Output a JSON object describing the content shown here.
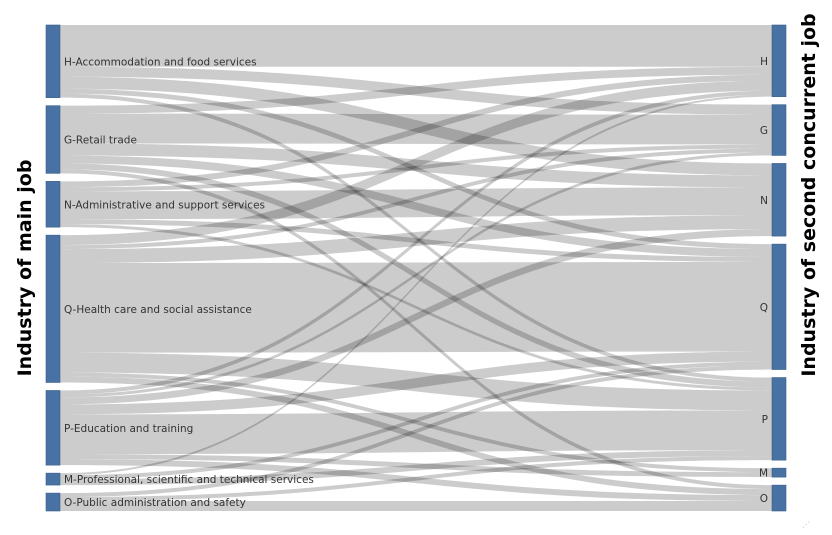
{
  "chart_data": {
    "type": "sankey",
    "left_axis_title": "Industry of main job",
    "right_axis_title": "Industry of second concurrent job",
    "node_color": "#4872a4",
    "link_color": "#000000",
    "sources": [
      {
        "id": "H",
        "label": "H-Accommodation and food services"
      },
      {
        "id": "G",
        "label": "G-Retail trade"
      },
      {
        "id": "N",
        "label": "N-Administrative and support services"
      },
      {
        "id": "Q",
        "label": "Q-Health care and social assistance"
      },
      {
        "id": "P",
        "label": "P-Education and training"
      },
      {
        "id": "M",
        "label": "M-Professional, scientific and technical services"
      },
      {
        "id": "O",
        "label": "O-Public administration and safety"
      }
    ],
    "targets": [
      {
        "id": "H",
        "label": "H"
      },
      {
        "id": "G",
        "label": "G"
      },
      {
        "id": "N",
        "label": "N"
      },
      {
        "id": "Q",
        "label": "Q"
      },
      {
        "id": "P",
        "label": "P"
      },
      {
        "id": "M",
        "label": "M"
      },
      {
        "id": "O",
        "label": "O"
      }
    ],
    "links": [
      {
        "source": "H",
        "target": "H",
        "value": 42
      },
      {
        "source": "H",
        "target": "G",
        "value": 10
      },
      {
        "source": "H",
        "target": "N",
        "value": 12
      },
      {
        "source": "H",
        "target": "Q",
        "value": 5
      },
      {
        "source": "H",
        "target": "P",
        "value": 4
      },
      {
        "source": "G",
        "target": "H",
        "value": 8
      },
      {
        "source": "G",
        "target": "G",
        "value": 30
      },
      {
        "source": "G",
        "target": "N",
        "value": 12
      },
      {
        "source": "G",
        "target": "Q",
        "value": 8
      },
      {
        "source": "G",
        "target": "P",
        "value": 6
      },
      {
        "source": "G",
        "target": "O",
        "value": 4
      },
      {
        "source": "N",
        "target": "H",
        "value": 6
      },
      {
        "source": "N",
        "target": "G",
        "value": 4
      },
      {
        "source": "N",
        "target": "N",
        "value": 28
      },
      {
        "source": "N",
        "target": "Q",
        "value": 5
      },
      {
        "source": "N",
        "target": "P",
        "value": 3
      },
      {
        "source": "Q",
        "target": "H",
        "value": 10
      },
      {
        "source": "Q",
        "target": "G",
        "value": 4
      },
      {
        "source": "Q",
        "target": "N",
        "value": 14
      },
      {
        "source": "Q",
        "target": "Q",
        "value": 90
      },
      {
        "source": "Q",
        "target": "P",
        "value": 20
      },
      {
        "source": "Q",
        "target": "M",
        "value": 4
      },
      {
        "source": "Q",
        "target": "O",
        "value": 6
      },
      {
        "source": "P",
        "target": "H",
        "value": 4
      },
      {
        "source": "P",
        "target": "G",
        "value": 3
      },
      {
        "source": "P",
        "target": "N",
        "value": 7
      },
      {
        "source": "P",
        "target": "Q",
        "value": 10
      },
      {
        "source": "P",
        "target": "P",
        "value": 40
      },
      {
        "source": "P",
        "target": "M",
        "value": 5
      },
      {
        "source": "P",
        "target": "O",
        "value": 6
      },
      {
        "source": "M",
        "target": "H",
        "value": 2
      },
      {
        "source": "M",
        "target": "Q",
        "value": 4
      },
      {
        "source": "M",
        "target": "P",
        "value": 6
      },
      {
        "source": "O",
        "target": "Q",
        "value": 4
      },
      {
        "source": "O",
        "target": "P",
        "value": 4
      },
      {
        "source": "O",
        "target": "O",
        "value": 10
      }
    ]
  }
}
